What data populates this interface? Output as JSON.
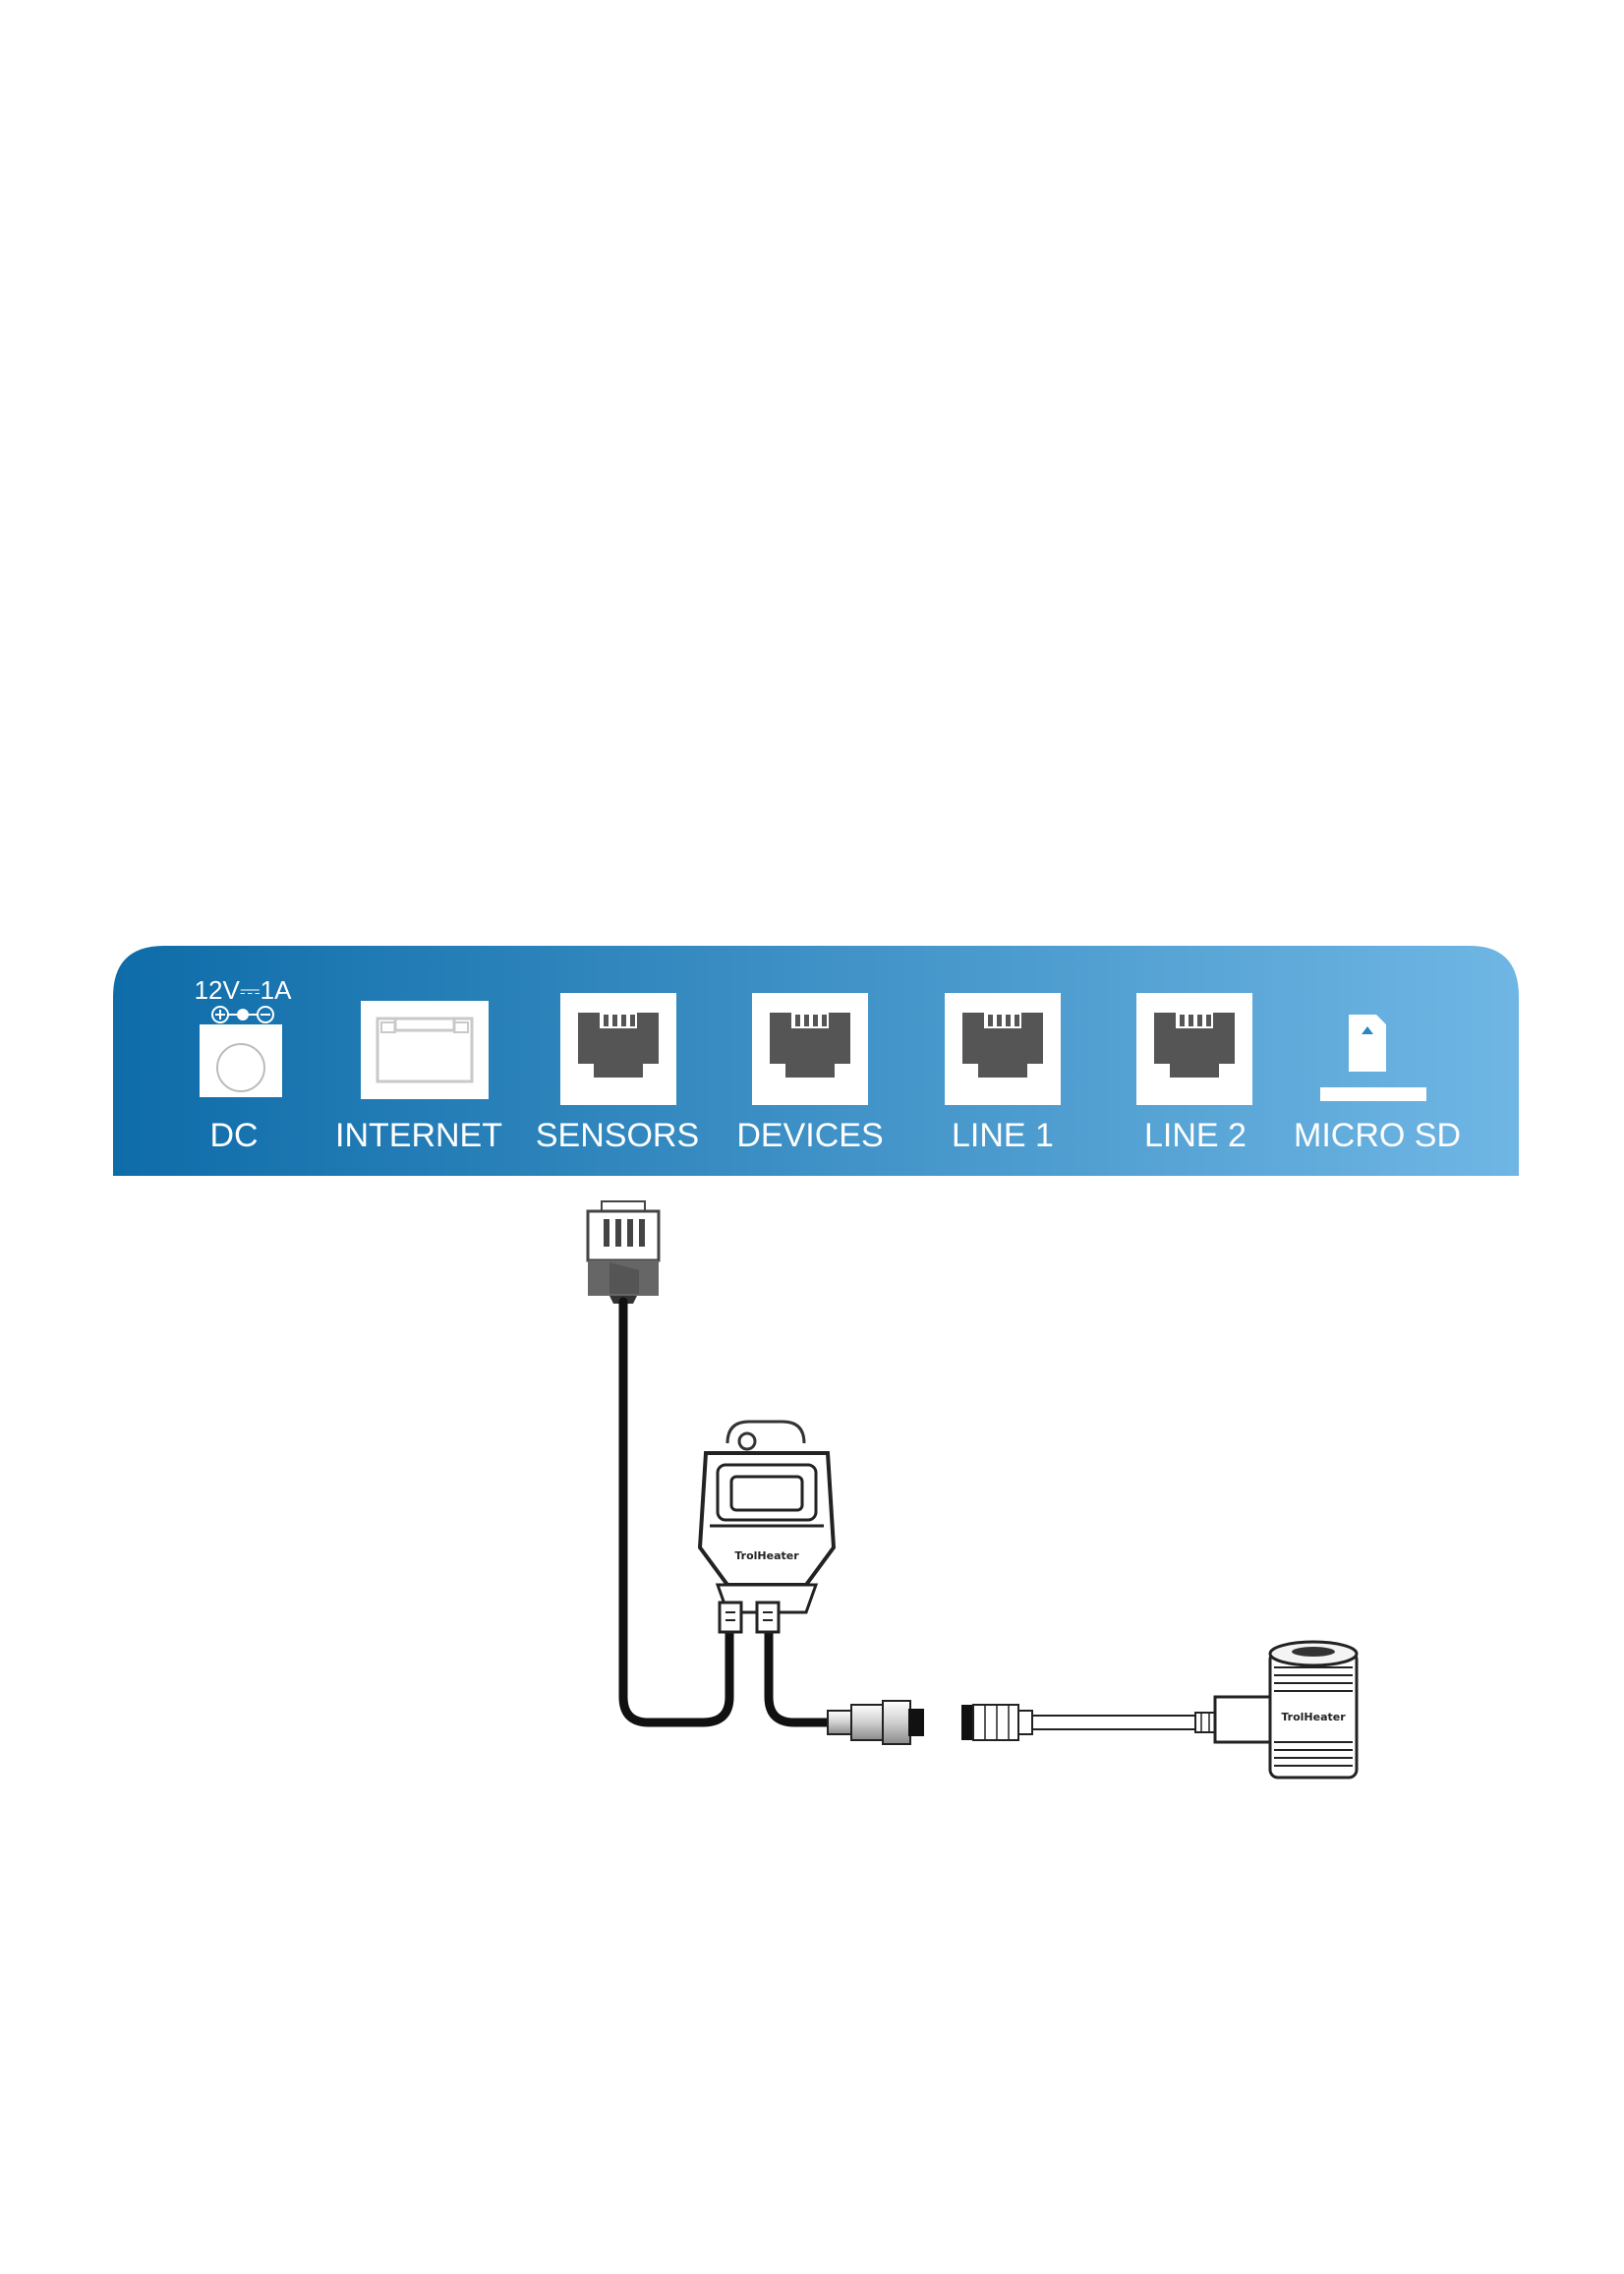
{
  "panel": {
    "gradient_start": "#0e6ca8",
    "gradient_end": "#6fb6e4",
    "power_spec": "12V⎓1A",
    "ports": [
      {
        "id": "dc",
        "label": "DC",
        "icon": "dc-jack-icon"
      },
      {
        "id": "internet",
        "label": "INTERNET",
        "icon": "ethernet-port-icon"
      },
      {
        "id": "sensors",
        "label": "SENSORS",
        "icon": "rj-port-icon"
      },
      {
        "id": "devices",
        "label": "DEVICES",
        "icon": "rj-port-icon"
      },
      {
        "id": "line1",
        "label": "LINE 1",
        "icon": "rj-port-icon"
      },
      {
        "id": "line2",
        "label": "LINE 2",
        "icon": "rj-port-icon"
      },
      {
        "id": "microsd",
        "label": "MICRO SD",
        "icon": "micro-sd-slot-icon"
      }
    ]
  },
  "accessories": {
    "splitter_brand": "TrolHeater",
    "sensor_brand": "TrolHeater"
  }
}
